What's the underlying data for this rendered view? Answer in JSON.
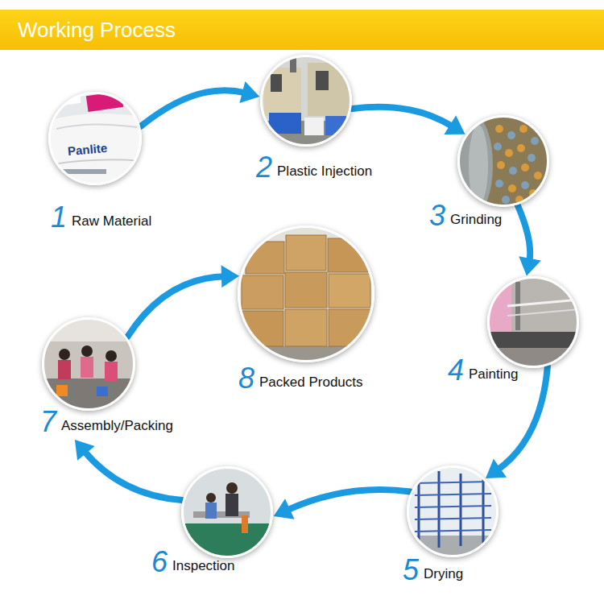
{
  "diagram": {
    "title": "Working Process",
    "nodes": [
      {
        "text": [
          "1",
          "Raw Material"
        ]
      },
      {
        "text": [
          "2",
          "Plastic Injection"
        ]
      },
      {
        "text": [
          "3",
          "Grinding"
        ]
      },
      {
        "text": [
          "4",
          "Painting"
        ]
      },
      {
        "text": [
          "5",
          "Drying"
        ]
      },
      {
        "text": [
          "6",
          "Inspection"
        ]
      },
      {
        "text": [
          "7",
          "Assembly/Packing"
        ]
      },
      {
        "text": [
          "8",
          "Packed Products"
        ]
      }
    ],
    "edges": [
      {
        "from": 0,
        "to": 1,
        "arrow": "to"
      },
      {
        "from": 1,
        "to": 2,
        "arrow": "to"
      },
      {
        "from": 2,
        "to": 3,
        "arrow": "to"
      },
      {
        "from": 3,
        "to": 4,
        "arrow": "to"
      },
      {
        "from": 4,
        "to": 5,
        "arrow": "to"
      },
      {
        "from": 5,
        "to": 6,
        "arrow": "to"
      },
      {
        "from": 6,
        "to": 7,
        "arrow": "to"
      }
    ],
    "labels": [
      "Panlite"
    ]
  }
}
